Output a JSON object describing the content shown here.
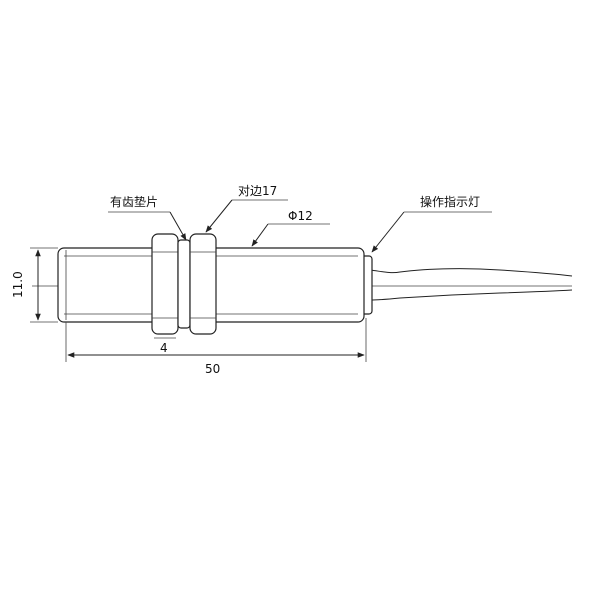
{
  "labels": {
    "washer": "有齿垫片",
    "across_flats": "对边17",
    "diameter": "Φ12",
    "indicator": "操作指示灯",
    "height_dim": "11.0",
    "nut_dim": "4",
    "length_dim": "50"
  },
  "colors": {
    "line": "#222222",
    "background": "#ffffff"
  }
}
